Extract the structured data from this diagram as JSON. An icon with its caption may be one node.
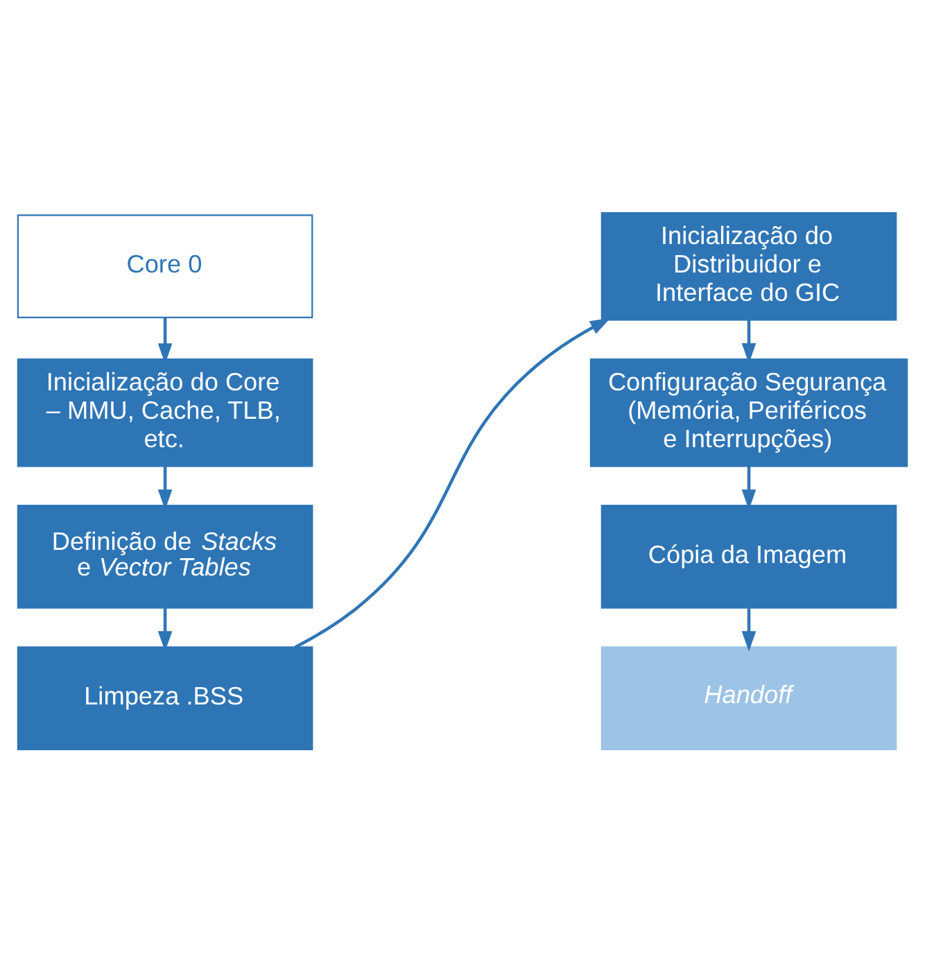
{
  "diagram": {
    "nodes": [
      {
        "text": [
          "Core 0"
        ]
      },
      {
        "text": [
          "Inicialização do Core – MMU, Cache, TLB, etc."
        ]
      },
      {
        "text": [
          "Definição de *Stacks* e *Vector Tables*"
        ]
      },
      {
        "text": [
          "Limpeza .BSS"
        ]
      },
      {
        "text": [
          "Inicialização do Distribuidor e Interface do GIC"
        ]
      },
      {
        "text": [
          "Configuração Segurança (Memória, Periféricos e Interrupções)"
        ]
      },
      {
        "text": [
          "Cópia da Imagem"
        ]
      },
      {
        "text": [
          "*Handoff*"
        ]
      }
    ],
    "edges": [
      {
        "from": 0,
        "to": 1,
        "arrow": "to"
      },
      {
        "from": 1,
        "to": 2,
        "arrow": "to"
      },
      {
        "from": 2,
        "to": 3,
        "arrow": "to"
      },
      {
        "from": 3,
        "to": 4,
        "arrow": "to"
      },
      {
        "from": 4,
        "to": 5,
        "arrow": "to"
      },
      {
        "from": 5,
        "to": 6,
        "arrow": "to"
      },
      {
        "from": 6,
        "to": 7,
        "arrow": "to"
      }
    ]
  }
}
